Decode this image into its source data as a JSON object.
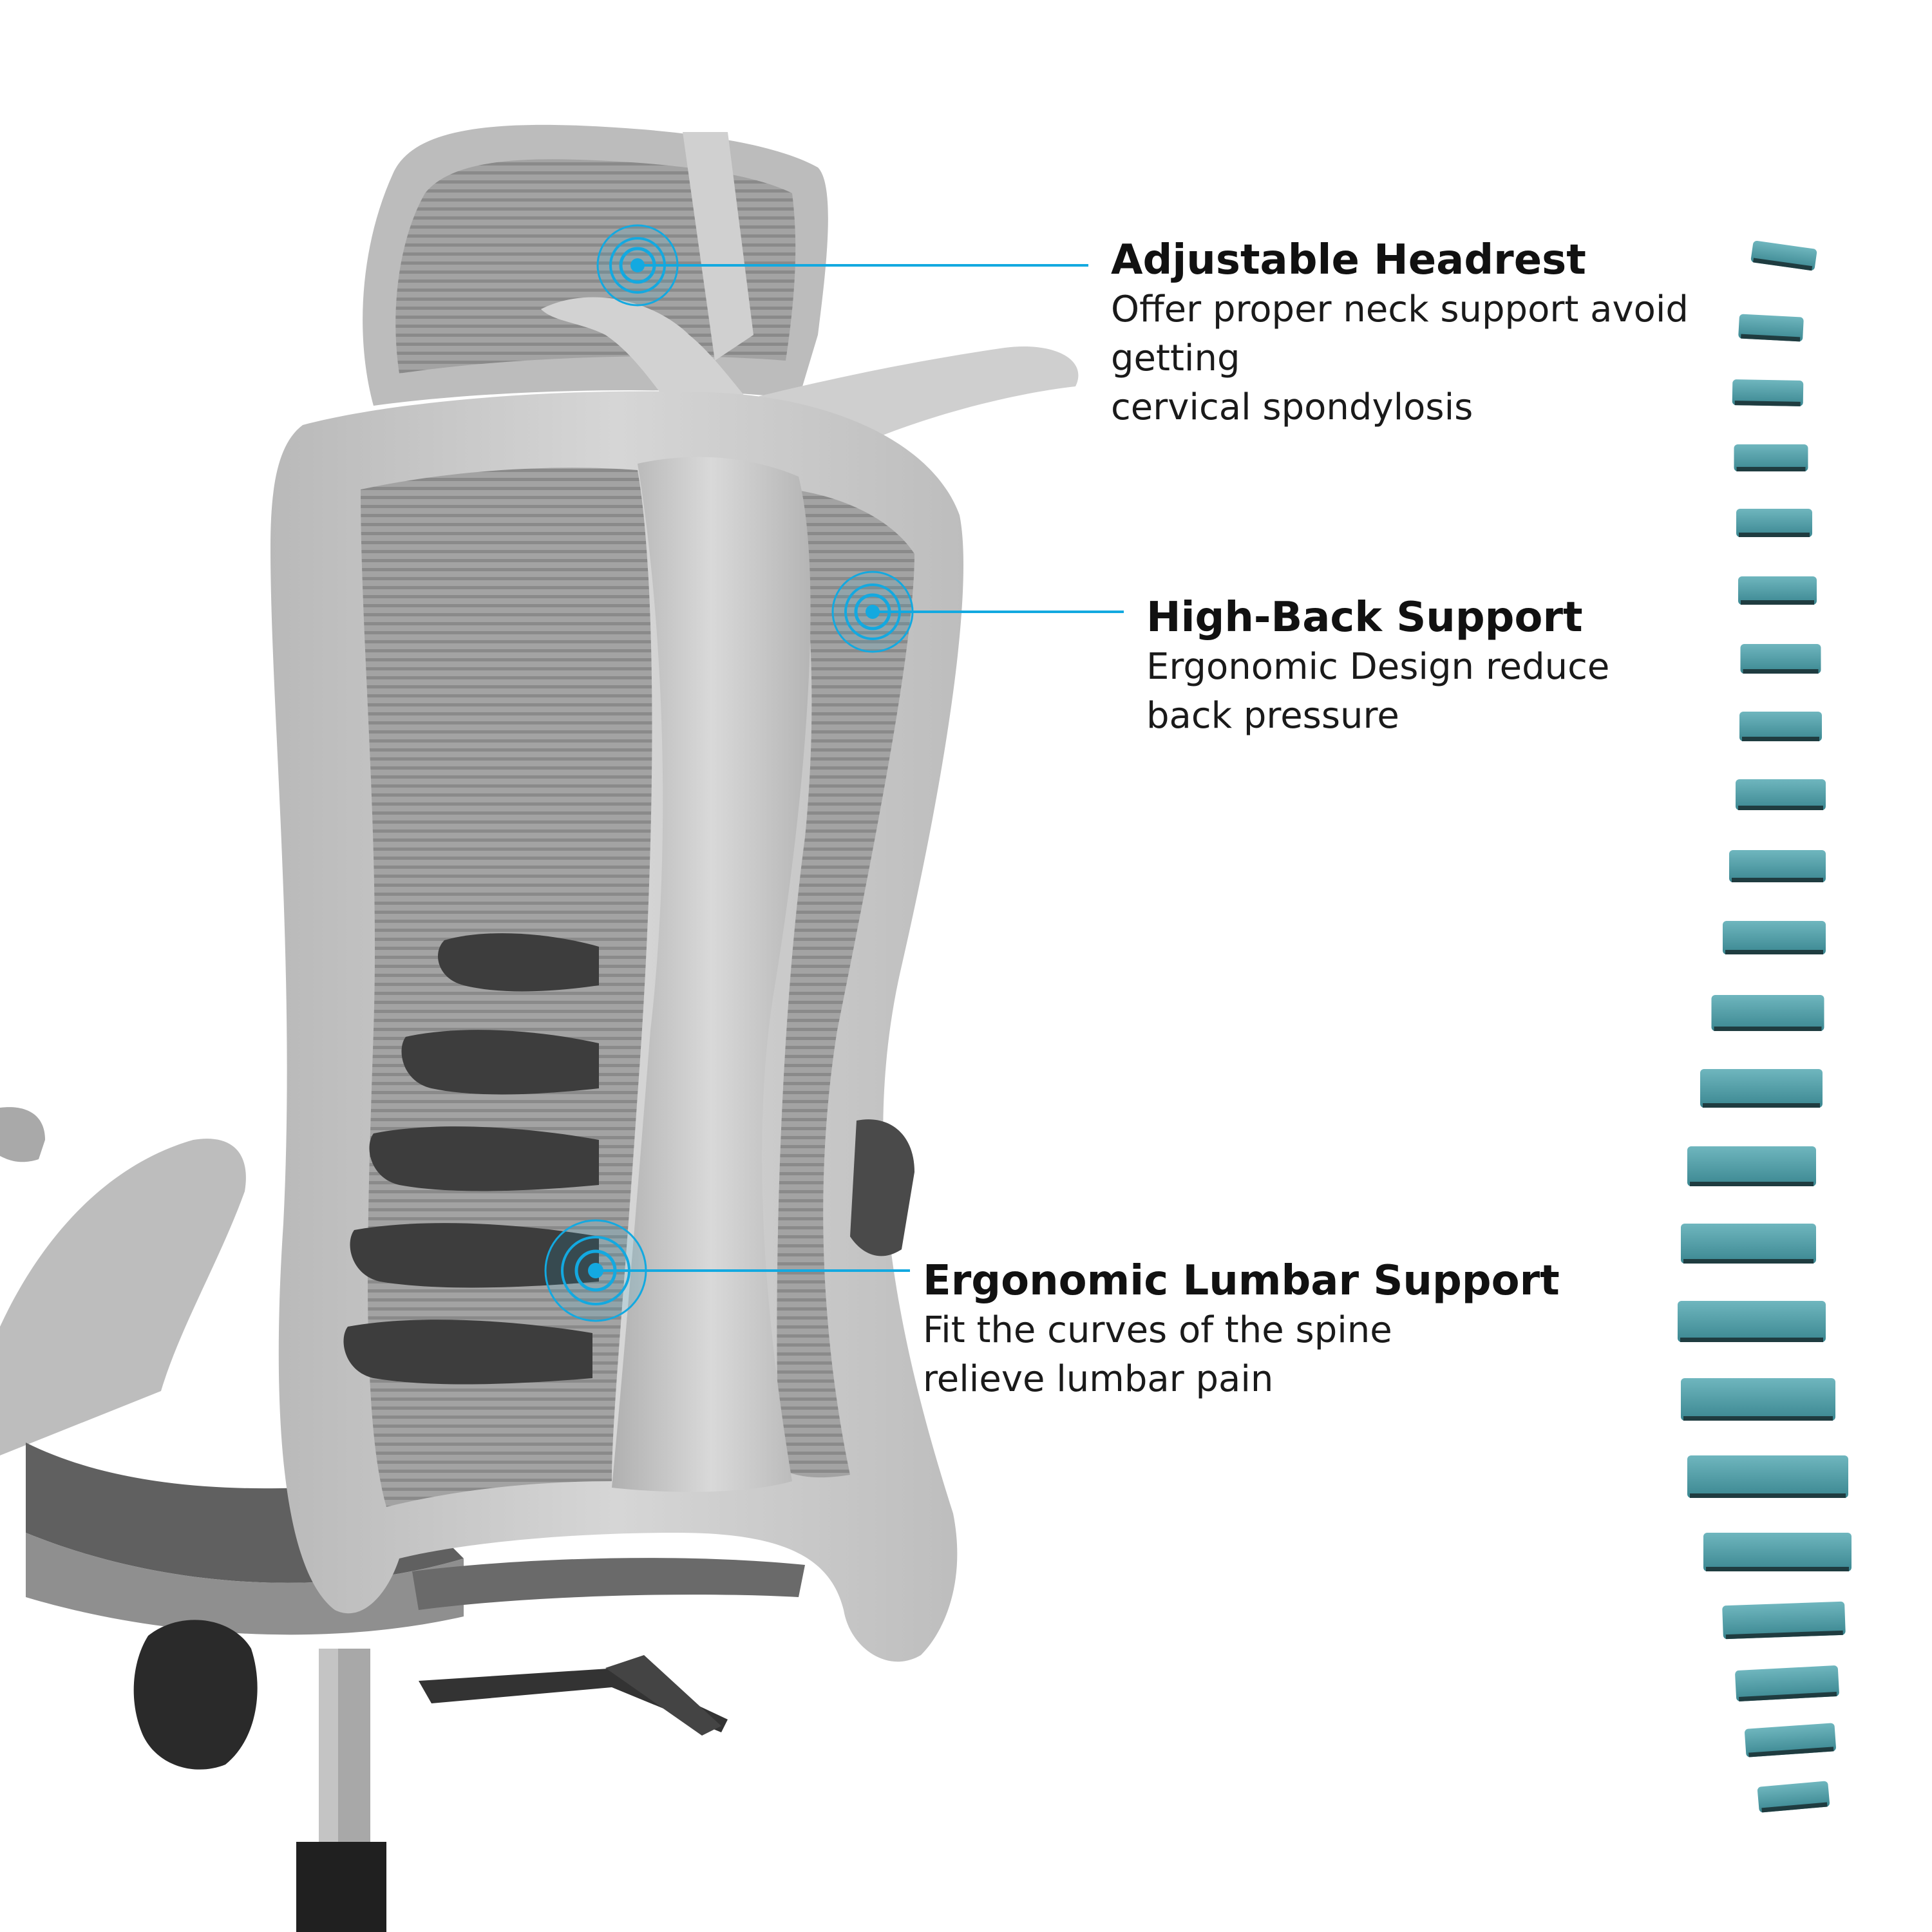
{
  "colors": {
    "accent_line": "#13a9e0",
    "chair_frame": "#c7c7c7",
    "chair_mesh": "#9b9b9b",
    "lumbar_pads": "#3d3d3d",
    "spine_vertebra": "#4a9aa3"
  },
  "features": [
    {
      "title": "Adjustable Headrest",
      "desc_lines": [
        "Offer proper neck support avoid",
        "getting",
        "cervical spondylosis"
      ]
    },
    {
      "title": "High-Back Support",
      "desc_lines": [
        "Ergonomic Design reduce",
        "back pressure"
      ]
    },
    {
      "title": "Ergonomic Lumbar Support",
      "desc_lines": [
        "Fit the curves of the spine",
        "relieve lumbar pain"
      ]
    }
  ],
  "icons": {
    "target_marker": "concentric-circle-target-icon",
    "spine": "spine-vertebrae-illustration"
  }
}
